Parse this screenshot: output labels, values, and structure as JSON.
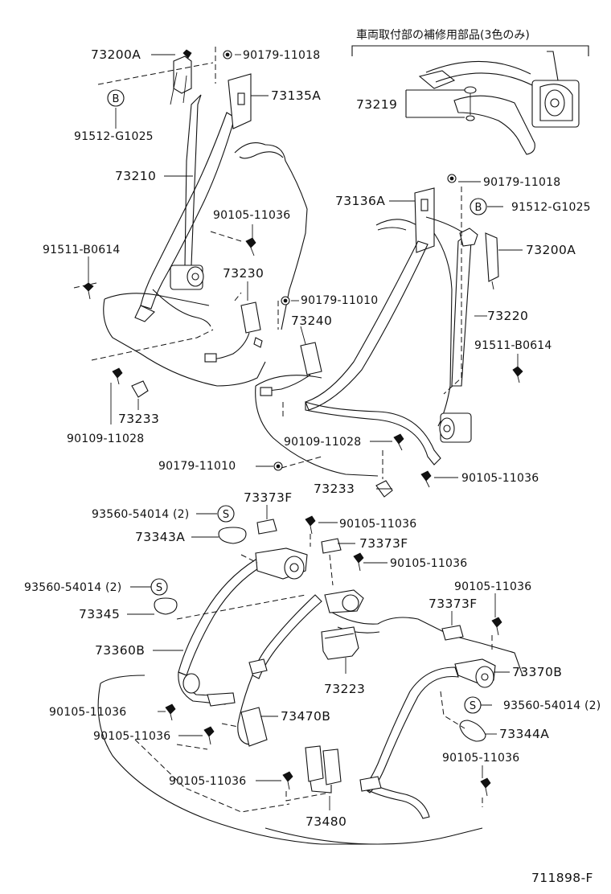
{
  "note": {
    "text": "車両取付部の補修用部品(3色のみ)"
  },
  "diagram_code": "711898-F",
  "callouts": {
    "c73200A_top": "73200A",
    "c90179_11018_top": "90179-11018",
    "c73135A": "73135A",
    "c91512_G1025_left": "91512-G1025",
    "c73210": "73210",
    "c90105_11036_a": "90105-11036",
    "c91511_B0614_left": "91511-B0614",
    "c73230": "73230",
    "c90179_11010_a": "90179-11010",
    "c73240": "73240",
    "c73233_left": "73233",
    "c90109_11028_left": "90109-11028",
    "c90179_11010_b": "90179-11010",
    "c73219": "73219",
    "c73136A": "73136A",
    "c90179_11018_right": "90179-11018",
    "c91512_G1025_right": "91512-G1025",
    "c73200A_right": "73200A",
    "c73220": "73220",
    "c91511_B0614_right": "91511-B0614",
    "c90109_11028_right": "90109-11028",
    "c73233_right": "73233",
    "c90105_11036_b": "90105-11036",
    "c93560_54014_a": "93560-54014 (2)",
    "c73373F_a": "73373F",
    "c90105_11036_c": "90105-11036",
    "c73343A": "73343A",
    "c73373F_b": "73373F",
    "c90105_11036_d": "90105-11036",
    "c93560_54014_b": "93560-54014 (2)",
    "c90105_11036_e": "90105-11036",
    "c73345": "73345",
    "c73373F_c": "73373F",
    "c73360B": "73360B",
    "c73370B": "73370B",
    "c73223": "73223",
    "c93560_54014_c": "93560-54014 (2)",
    "c90105_11036_f": "90105-11036",
    "c73470B": "73470B",
    "c73344A": "73344A",
    "c90105_11036_g": "90105-11036",
    "c90105_11036_h": "90105-11036",
    "c90105_11036_i": "90105-11036",
    "c73480": "73480"
  },
  "markers": {
    "b1": "B",
    "b2": "B",
    "s1": "S",
    "s2": "S",
    "s3": "S"
  }
}
